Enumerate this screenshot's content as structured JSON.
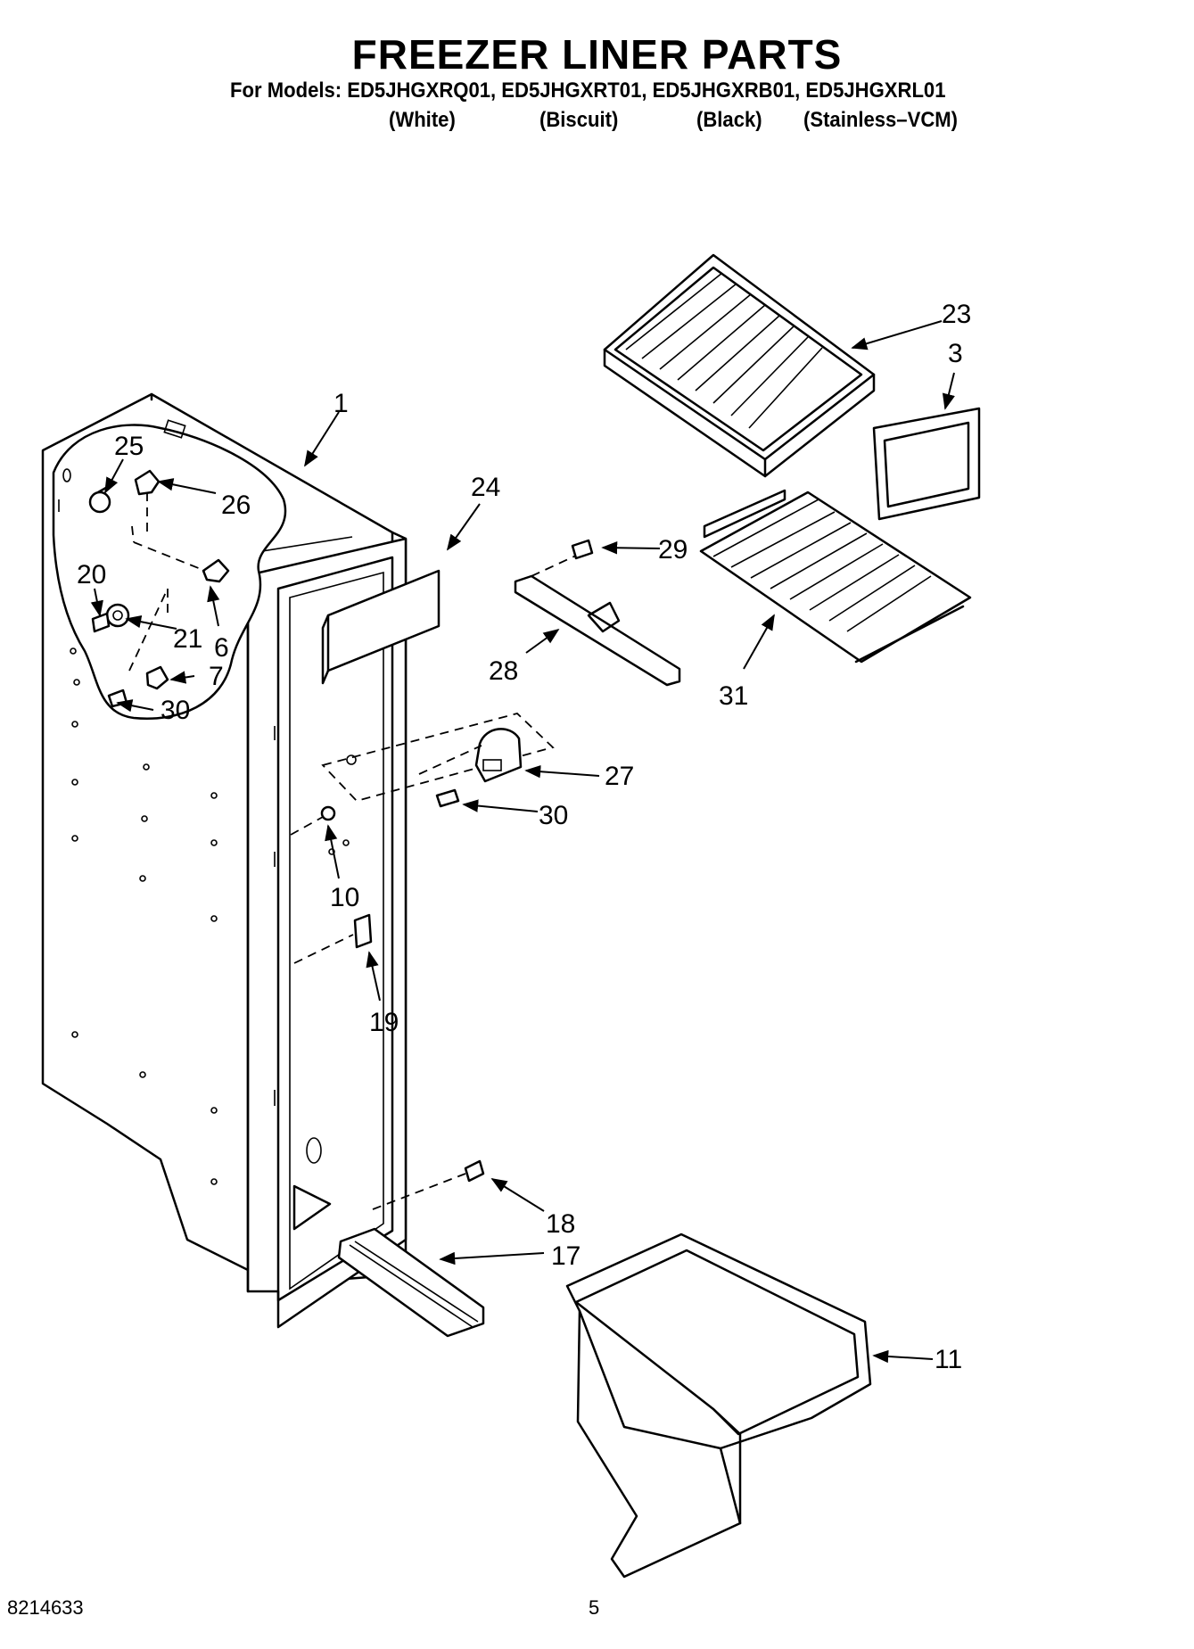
{
  "header": {
    "title": "FREEZER LINER PARTS",
    "models_line": "For Models: ED5JHGXRQ01, ED5JHGXRT01, ED5JHGXRB01, ED5JHGXRL01",
    "colors": [
      "(White)",
      "(Biscuit)",
      "(Black)",
      "(Stainless–VCM)"
    ]
  },
  "callouts": {
    "c1": "1",
    "c3": "3",
    "c6": "6",
    "c7": "7",
    "c10": "10",
    "c11": "11",
    "c17": "17",
    "c18": "18",
    "c19": "19",
    "c20": "20",
    "c21": "21",
    "c23": "23",
    "c24": "24",
    "c25": "25",
    "c26": "26",
    "c27": "27",
    "c28": "28",
    "c29": "29",
    "c30a": "30",
    "c30b": "30",
    "c31": "31"
  },
  "footer": {
    "document_number": "8214633",
    "page_number": "5"
  }
}
